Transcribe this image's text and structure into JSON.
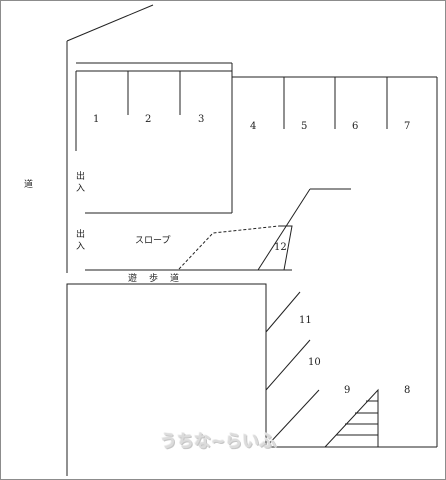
{
  "labels": {
    "road": "道",
    "exit_top_1": "出",
    "exit_top_2": "入",
    "exit_bottom_1": "出",
    "exit_bottom_2": "入",
    "slope": "スロープ",
    "walkway_1": "遊",
    "walkway_2": "歩",
    "walkway_3": "道"
  },
  "spaces": [
    "1",
    "2",
    "3",
    "4",
    "5",
    "6",
    "7",
    "12",
    "11",
    "10",
    "9",
    "8"
  ],
  "watermark": "うちな~らいふ"
}
